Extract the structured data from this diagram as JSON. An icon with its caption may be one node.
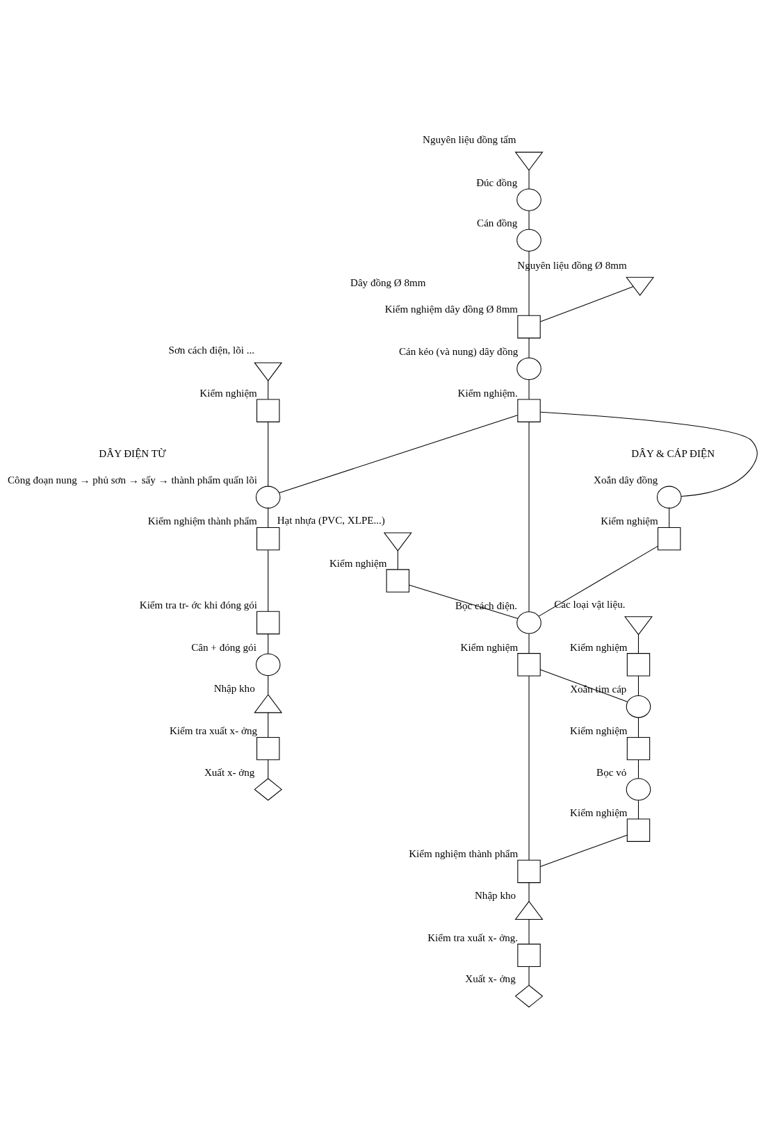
{
  "diagram": {
    "nodes": [
      {
        "text": [
          "Nguyên liệu đồng tấm"
        ]
      },
      {
        "text": [
          "Đúc đồng"
        ]
      },
      {
        "text": [
          "Cán đồng"
        ]
      },
      {
        "text": [
          "Nguyên liệu đồng Ø 8mm"
        ]
      },
      {
        "text": [
          "Kiểm nghiệm dây đồng Ø 8mm"
        ]
      },
      {
        "text": [
          "Sơn cách điện, lõi ..."
        ]
      },
      {
        "text": [
          "Cán kéo (và nung) dây đồng"
        ]
      },
      {
        "text": [
          "Kiểm nghiệm"
        ]
      },
      {
        "text": [
          "Kiểm nghiệm."
        ]
      },
      {
        "text": [
          "Công đoạn nung → phủ sơn → sấy → thành phẩm quấn lõi"
        ]
      },
      {
        "text": [
          "Xoắn dây đồng"
        ]
      },
      {
        "text": [
          "Kiểm nghiệm"
        ]
      },
      {
        "text": [
          "Kiểm nghiệm thành phẩm"
        ]
      },
      {
        "text": [
          "Hạt nhựa (PVC, XLPE...)"
        ]
      },
      {
        "text": [
          "Kiểm nghiệm"
        ]
      },
      {
        "text": [
          "Kiểm tra tr- ớc khi đóng gói"
        ]
      },
      {
        "text": [
          "Các loại vật liệu."
        ]
      },
      {
        "text": [
          "Bọc cách điện."
        ]
      },
      {
        "text": [
          "Kiểm nghiệm"
        ]
      },
      {
        "text": [
          "Kiểm nghiệm"
        ]
      },
      {
        "text": [
          "Cân + đóng gói"
        ]
      },
      {
        "text": [
          "Nhập kho"
        ]
      },
      {
        "text": [
          "Xoắn tim cáp"
        ]
      },
      {
        "text": [
          "Kiểm nghiệm"
        ]
      },
      {
        "text": [
          "Kiểm tra xuất x- ởng"
        ]
      },
      {
        "text": [
          "Xuất x- ởng"
        ]
      },
      {
        "text": [
          "Bọc vỏ"
        ]
      },
      {
        "text": [
          "Kiểm nghiệm"
        ]
      },
      {
        "text": [
          "Kiểm nghiệm thành phẩm"
        ]
      },
      {
        "text": [
          "Nhập kho"
        ]
      },
      {
        "text": [
          "Kiểm tra xuất x- ởng."
        ]
      },
      {
        "text": [
          "Xuất x- ởng"
        ]
      }
    ],
    "edges": [
      {
        "from": 0,
        "to": 1,
        "arrow": "none"
      },
      {
        "from": 1,
        "to": 2,
        "arrow": "none"
      },
      {
        "from": 2,
        "to": 4,
        "arrow": "none"
      },
      {
        "from": 3,
        "to": 4,
        "arrow": "none"
      },
      {
        "from": 4,
        "to": 6,
        "arrow": "none"
      },
      {
        "from": 6,
        "to": 8,
        "arrow": "none"
      },
      {
        "from": 5,
        "to": 7,
        "arrow": "none"
      },
      {
        "from": 8,
        "to": 9,
        "arrow": "none"
      },
      {
        "from": 7,
        "to": 9,
        "arrow": "none"
      },
      {
        "from": 8,
        "to": 10,
        "arrow": "none"
      },
      {
        "from": 10,
        "to": 11,
        "arrow": "none"
      },
      {
        "from": 11,
        "to": 17,
        "arrow": "none"
      },
      {
        "from": 8,
        "to": 17,
        "arrow": "none"
      },
      {
        "from": 13,
        "to": 14,
        "arrow": "none"
      },
      {
        "from": 14,
        "to": 17,
        "arrow": "none"
      },
      {
        "from": 9,
        "to": 12,
        "arrow": "none"
      },
      {
        "from": 12,
        "to": 15,
        "arrow": "none"
      },
      {
        "from": 15,
        "to": 20,
        "arrow": "none"
      },
      {
        "from": 20,
        "to": 21,
        "arrow": "none"
      },
      {
        "from": 21,
        "to": 24,
        "arrow": "none"
      },
      {
        "from": 24,
        "to": 25,
        "arrow": "none"
      },
      {
        "from": 17,
        "to": 18,
        "arrow": "none"
      },
      {
        "from": 16,
        "to": 19,
        "arrow": "none"
      },
      {
        "from": 18,
        "to": 22,
        "arrow": "none"
      },
      {
        "from": 19,
        "to": 22,
        "arrow": "none"
      },
      {
        "from": 18,
        "to": 28,
        "arrow": "none"
      },
      {
        "from": 22,
        "to": 23,
        "arrow": "none"
      },
      {
        "from": 23,
        "to": 26,
        "arrow": "none"
      },
      {
        "from": 26,
        "to": 27,
        "arrow": "none"
      },
      {
        "from": 27,
        "to": 28,
        "arrow": "none"
      },
      {
        "from": 28,
        "to": 29,
        "arrow": "none"
      },
      {
        "from": 29,
        "to": 30,
        "arrow": "none"
      },
      {
        "from": 30,
        "to": 31,
        "arrow": "none"
      }
    ],
    "labels": [
      "Dây đồng Ø 8mm",
      "DÂY ĐIỆN TỪ",
      "DÂY & CÁP ĐIỆN"
    ]
  }
}
